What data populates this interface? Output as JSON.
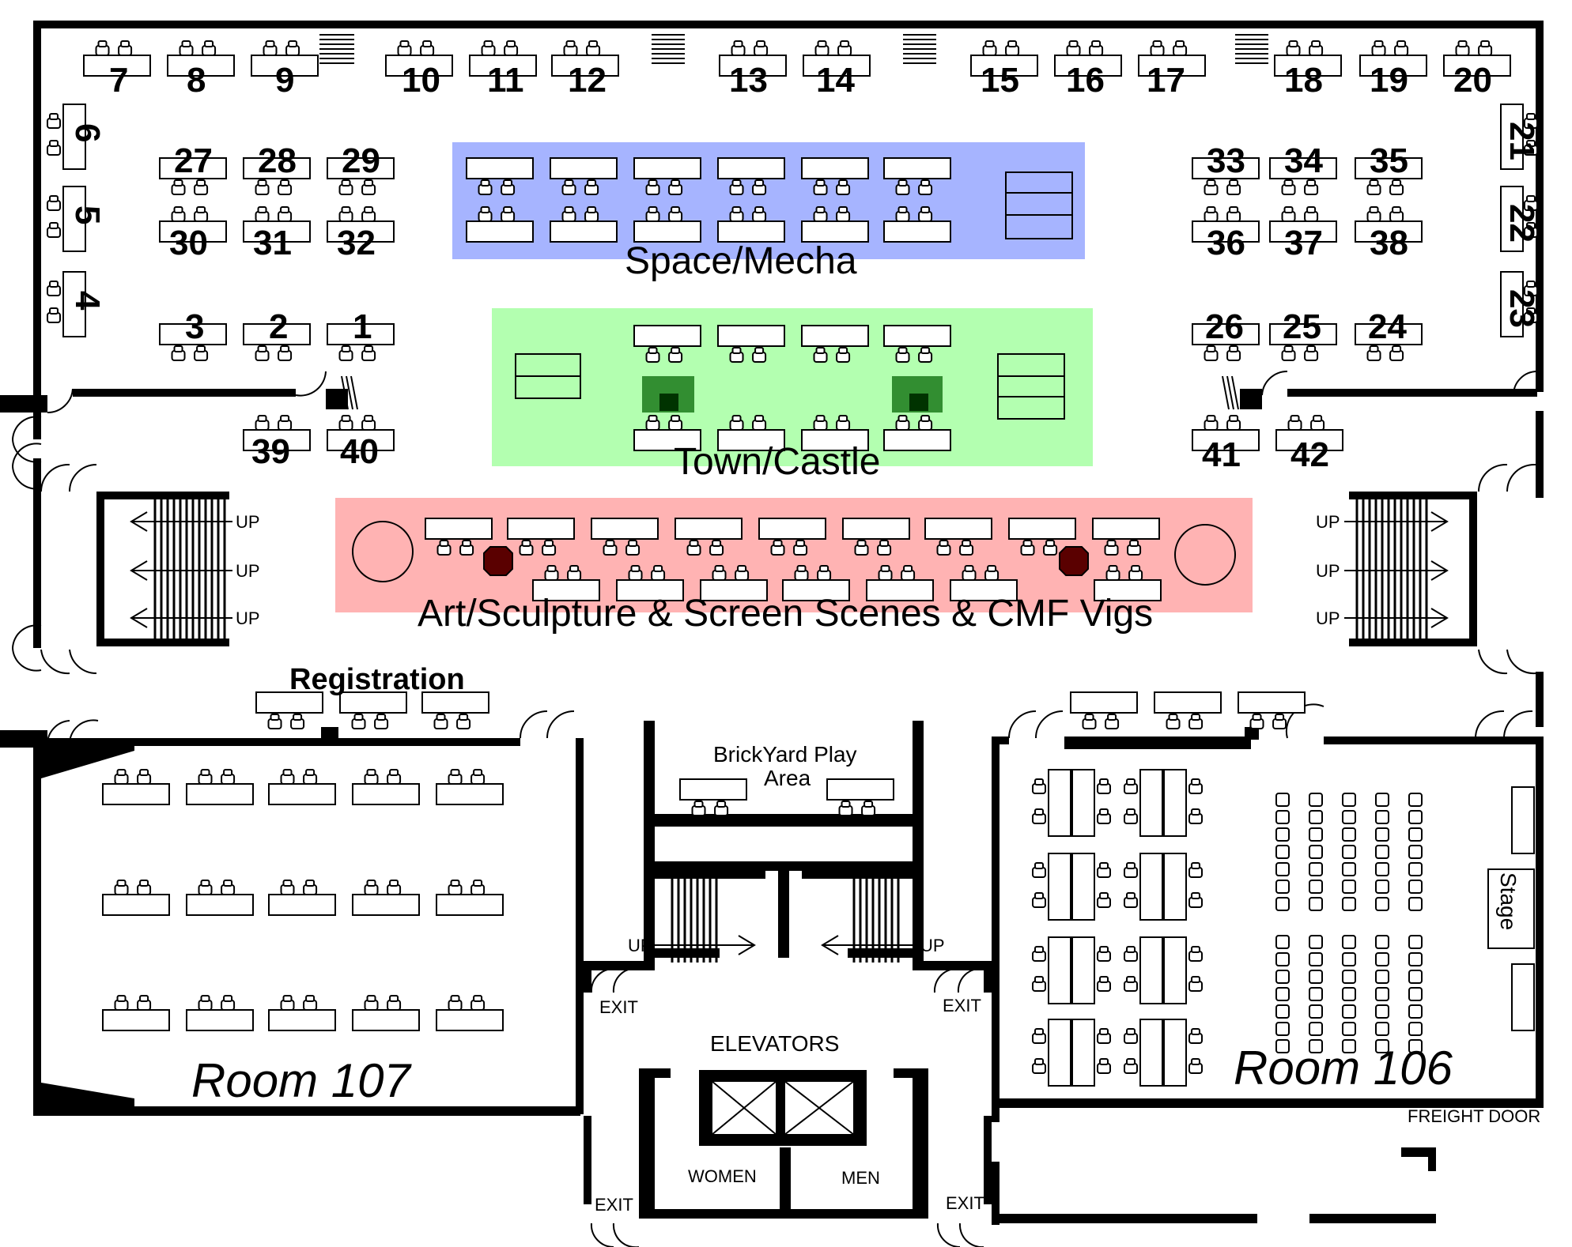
{
  "tables": {
    "top_row": [
      "7",
      "8",
      "9",
      "10",
      "11",
      "12",
      "13",
      "14",
      "15",
      "16",
      "17",
      "18",
      "19",
      "20"
    ],
    "left_col": [
      "6",
      "5",
      "4"
    ],
    "right_col": [
      "21",
      "22",
      "23"
    ],
    "left_cluster_top": [
      "27",
      "28",
      "29"
    ],
    "left_cluster_bottom": [
      "30",
      "31",
      "32"
    ],
    "left_row_front": [
      "3",
      "2",
      "1"
    ],
    "right_cluster_top": [
      "33",
      "34",
      "35"
    ],
    "right_cluster_bottom": [
      "36",
      "37",
      "38"
    ],
    "right_row_front": [
      "26",
      "25",
      "24"
    ],
    "corridor_left": [
      "39",
      "40"
    ],
    "corridor_right": [
      "41",
      "42"
    ]
  },
  "zones": {
    "space": {
      "label": "Space/Mecha",
      "color": "#a6b4ff"
    },
    "town": {
      "label": "Town/Castle",
      "color": "#b3ffb0"
    },
    "art": {
      "label": "Art/Sculpture & Screen Scenes & CMF Vigs",
      "color": "#ffb3b3"
    }
  },
  "labels": {
    "registration": "Registration",
    "brickyard_line1": "BrickYard Play",
    "brickyard_line2": "Area",
    "elevators": "ELEVATORS",
    "women": "WOMEN",
    "men": "MEN",
    "room107": "Room 107",
    "room106": "Room 106",
    "stage": "Stage",
    "freight": "FREIGHT DOOR",
    "exit": "EXIT",
    "up": "UP"
  }
}
